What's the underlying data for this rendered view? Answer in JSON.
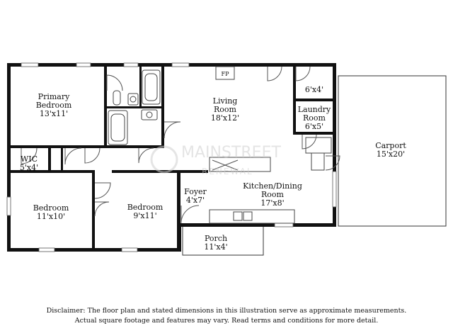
{
  "rooms": {
    "primary_bedroom": {
      "name": "Primary Bedroom",
      "size": "13'x11'"
    },
    "living_room": {
      "name": "Living Room",
      "size": "18'x12'"
    },
    "closet": {
      "size": "6'x4'"
    },
    "laundry_room": {
      "name": "Laundry Room",
      "size": "6'x5'"
    },
    "carport": {
      "name": "Carport",
      "size": "15'x20'"
    },
    "wic": {
      "name": "WIC",
      "size": "5'x4'"
    },
    "bedroom_left": {
      "name": "Bedroom",
      "size": "11'x10'"
    },
    "bedroom_mid": {
      "name": "Bedroom",
      "size": "9'x11'"
    },
    "foyer": {
      "name": "Foyer",
      "size": "4'x7'"
    },
    "kitchen_dining": {
      "name": "Kitchen/Dining Room",
      "size": "17'x8'"
    },
    "porch": {
      "name": "Porch",
      "size": "11'x4'"
    }
  },
  "fireplace_label": "FP",
  "watermark": {
    "logo_text": "MAINSTREET",
    "sub_text": "RENEWAL"
  },
  "disclaimer": {
    "line1": "Disclaimer: The floor plan and stated dimensions in this illustration serve as approximate measurements.",
    "line2": "Actual square footage and features may vary. Read terms and conditions for more detail."
  }
}
